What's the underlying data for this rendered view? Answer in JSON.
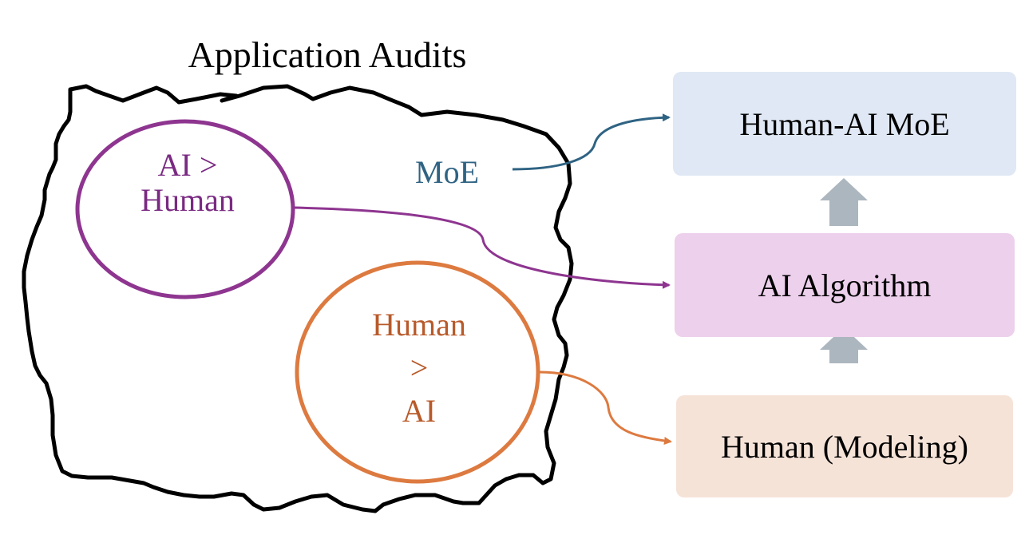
{
  "title": "Application Audits",
  "circles": {
    "ai_over_human": {
      "line1": "AI >",
      "line2": "Human",
      "color": "#8e3590"
    },
    "human_over_ai": {
      "line1": "Human",
      "line2": ">",
      "line3": "AI",
      "color": "#dd7a40"
    }
  },
  "moe_label": {
    "text": "MoE",
    "color": "#2f6383"
  },
  "boxes": {
    "moe": {
      "label": "Human-AI MoE",
      "color": "#dfe8f4"
    },
    "algorithm": {
      "label": "AI Algorithm",
      "color": "#edd0ec"
    },
    "human_modeling": {
      "label": "Human (Modeling)",
      "color": "#f6e3d8"
    }
  },
  "up_arrow_color": "#acb6bf"
}
